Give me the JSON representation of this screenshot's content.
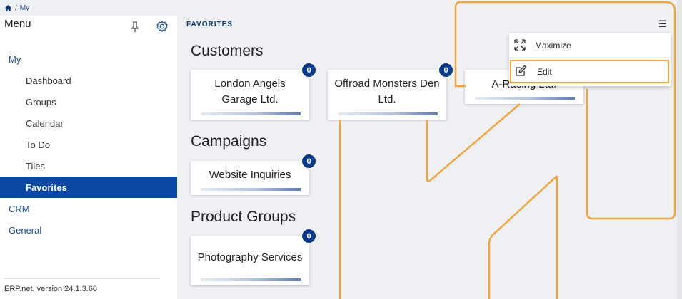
{
  "breadcrumb": {
    "separator": "/",
    "current": "My"
  },
  "sidebar": {
    "title": "Menu",
    "items": [
      {
        "label": "My",
        "level": "top",
        "active": false
      },
      {
        "label": "Dashboard",
        "level": "sub",
        "active": false
      },
      {
        "label": "Groups",
        "level": "sub",
        "active": false
      },
      {
        "label": "Calendar",
        "level": "sub",
        "active": false
      },
      {
        "label": "To Do",
        "level": "sub",
        "active": false
      },
      {
        "label": "Tiles",
        "level": "sub",
        "active": false
      },
      {
        "label": "Favorites",
        "level": "sub",
        "active": true
      },
      {
        "label": "CRM",
        "level": "top",
        "active": false
      },
      {
        "label": "General",
        "level": "top",
        "active": false
      }
    ],
    "version": "ERP.net, version 24.1.3.60"
  },
  "main": {
    "page_title": "FAVORITES",
    "sections": {
      "customers": "Customers",
      "campaigns": "Campaigns",
      "product_groups": "Product Groups"
    },
    "tiles": {
      "london": {
        "label": "London Angels Garage Ltd.",
        "count": "0"
      },
      "offroad": {
        "label": "Offroad Monsters Den Ltd.",
        "count": "0"
      },
      "aracing": {
        "label": "A-Racing Ltd."
      },
      "website": {
        "label": "Website Inquiries",
        "count": "0"
      },
      "photo": {
        "label": "Photography Services",
        "count": "0"
      }
    }
  },
  "context_menu": {
    "maximize": "Maximize",
    "edit": "Edit"
  },
  "colors": {
    "accent": "#0a4aa6",
    "highlight": "#f3a536",
    "badge": "#0a3a8c"
  }
}
